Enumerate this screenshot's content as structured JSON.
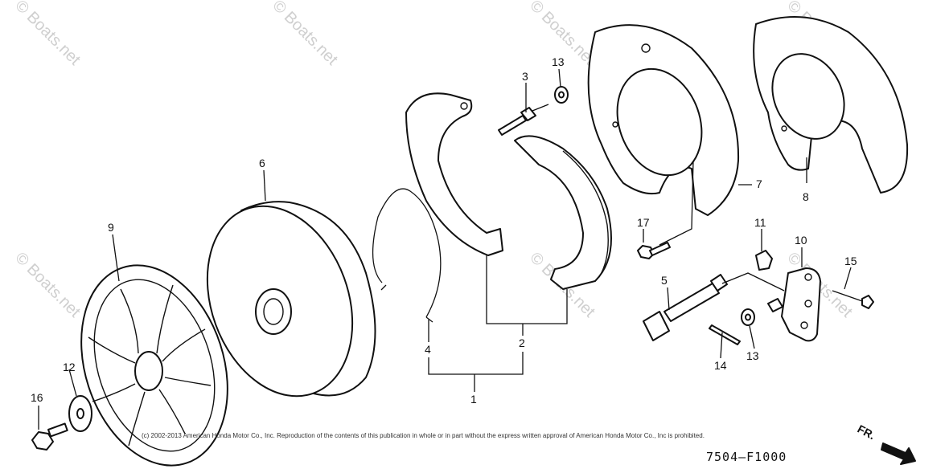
{
  "watermark": "© Boats.net",
  "copyright": "(c) 2002-2013 American Honda Motor Co., Inc. Reproduction of the contents of this publication in whole or in part without the express written approval of American Honda Motor Co., Inc is prohibited.",
  "diagram_code": "7504—F1000",
  "direction_label": "FR.",
  "callouts": {
    "p1": "1",
    "p2": "2",
    "p3": "3",
    "p4": "4",
    "p5": "5",
    "p6": "6",
    "p7": "7",
    "p8": "8",
    "p9": "9",
    "p10": "10",
    "p11": "11",
    "p12": "12",
    "p13a": "13",
    "p13b": "13",
    "p14": "14",
    "p15": "15",
    "p16": "16",
    "p17": "17"
  }
}
